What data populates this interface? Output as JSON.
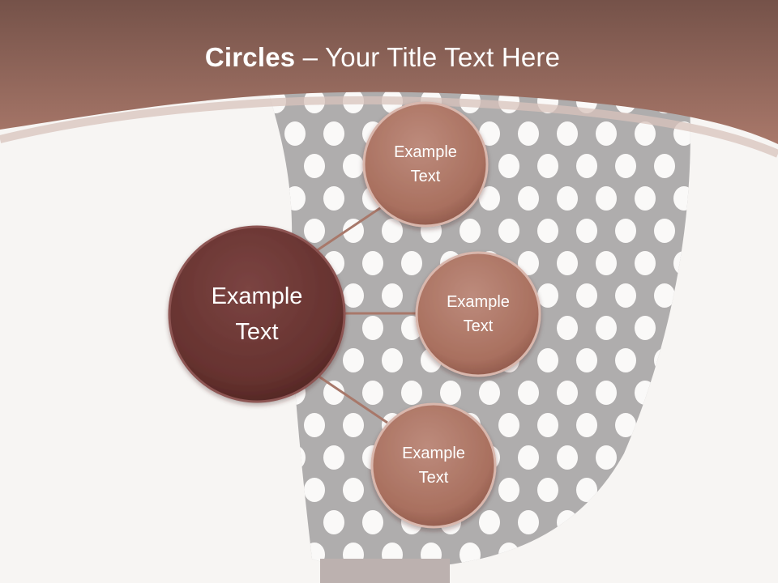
{
  "slide": {
    "title_bold": "Circles",
    "title_rest": " – Your Title Text Here"
  },
  "diagram": {
    "center": {
      "line1": "Example",
      "line2": "Text"
    },
    "satellites": [
      {
        "line1": "Example",
        "line2": "Text"
      },
      {
        "line1": "Example",
        "line2": "Text"
      },
      {
        "line1": "Example",
        "line2": "Text"
      }
    ]
  },
  "colors": {
    "header_top": "#7a564b",
    "header_bottom": "#a8786a",
    "center_circle": "#6e3a38",
    "satellite_circle": "#b07a6c",
    "connector": "#a8786a",
    "skirt": "#4e4c4f",
    "dots": "#ffffff",
    "background": "#f7f5f3"
  }
}
